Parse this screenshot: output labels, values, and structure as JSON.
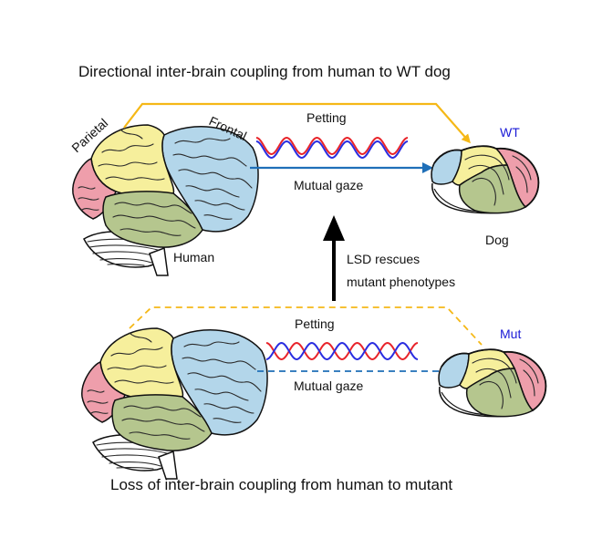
{
  "top_title": "Directional inter-brain coupling from human to WT dog",
  "bottom_title": "Loss of inter-brain coupling from human to mutant",
  "human": {
    "label": "Human",
    "parietal": "Parietal",
    "frontal": "Frontal"
  },
  "dog": {
    "label": "Dog",
    "wt": "WT",
    "mut": "Mut"
  },
  "channels": {
    "top_petting": "Petting",
    "top_gaze": "Mutual  gaze",
    "bottom_petting": "Petting",
    "bottom_gaze": "Mutual  gaze"
  },
  "rescue": {
    "line1": "LSD rescues",
    "line2": "mutant  phenotypes"
  },
  "colors": {
    "parietal": "#f6ef9c",
    "frontal": "#b3d6ea",
    "temporal": "#b5c68e",
    "occipital": "#ee9eab",
    "cerebellum": "#ffffff",
    "petting_arrow": "#f5b817",
    "gaze_arrow": "#1f6fb8",
    "wave_red": "#e8242b",
    "wave_blue": "#2a2de0",
    "wt_label": "#1a1ad6",
    "mut_label": "#1a1ad6"
  }
}
